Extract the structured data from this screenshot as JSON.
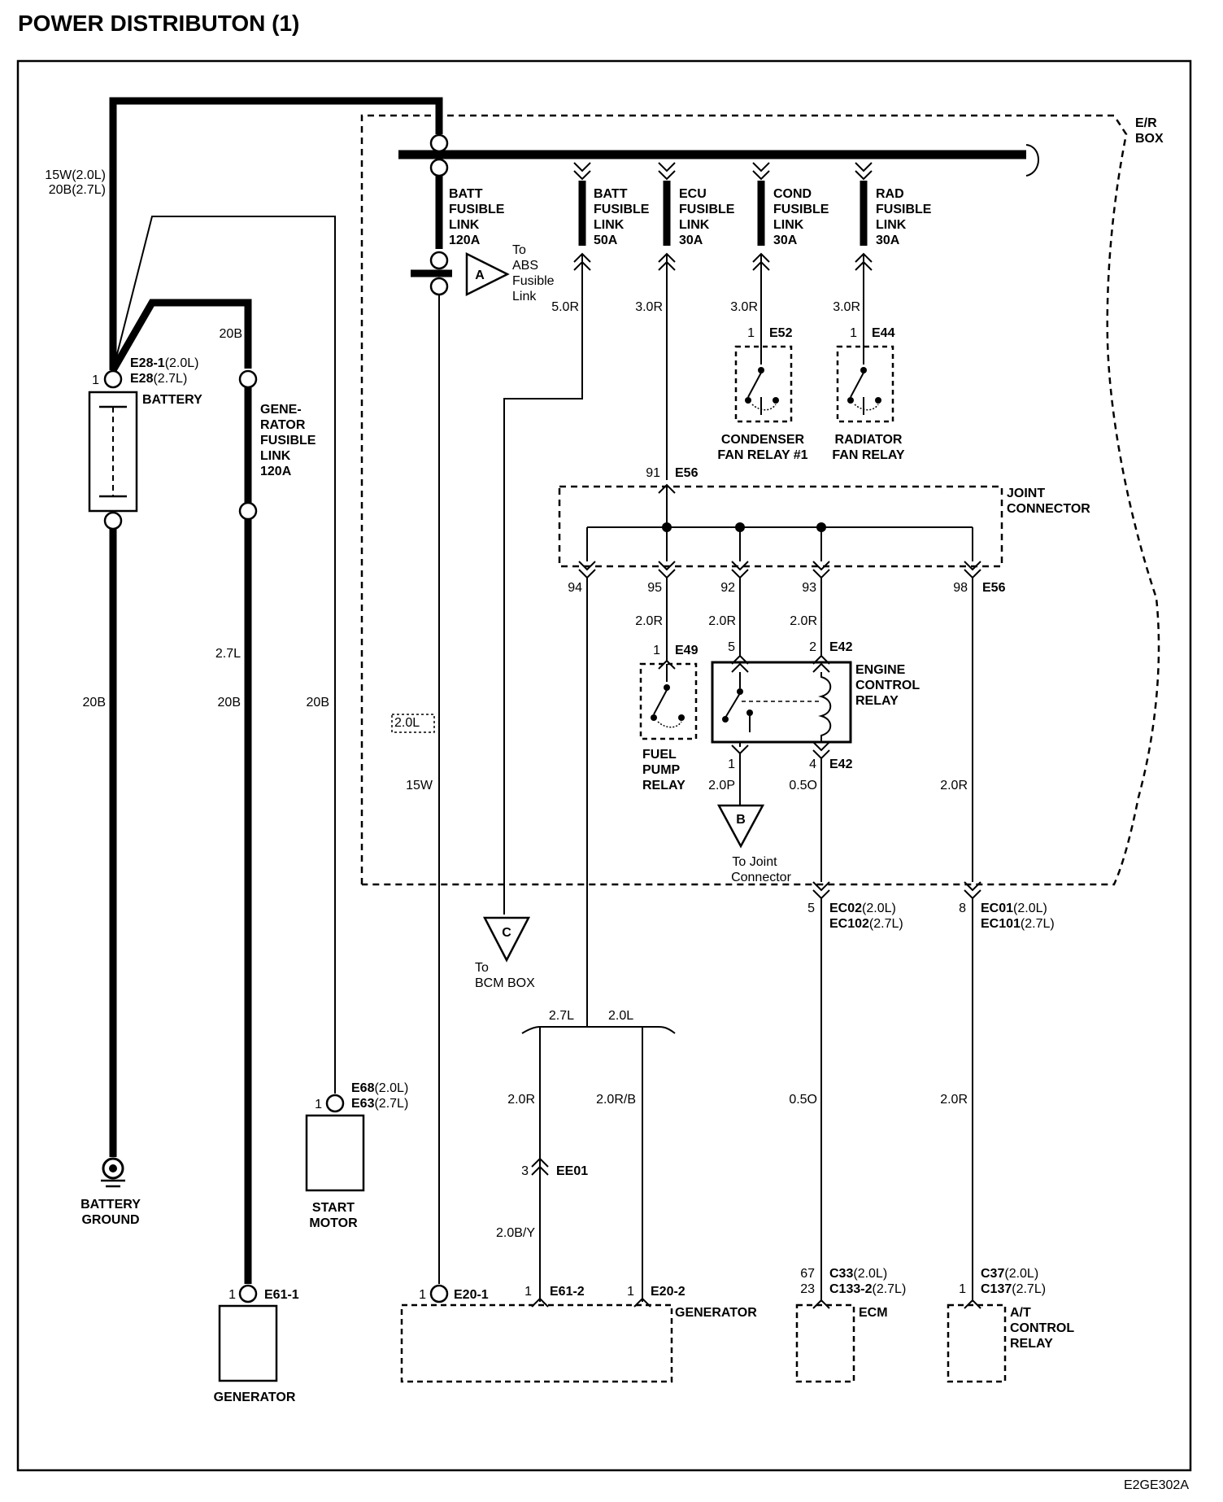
{
  "title": "POWER DISTRIBUTON (1)",
  "footer_code": "E2GE302A",
  "er_box": "E/R BOX",
  "wires": {
    "battery_to_bus_a": "15W(2.0L)",
    "battery_to_bus_b": "20B(2.7L)",
    "gen_top": "20B",
    "gen_mid": "2.7L",
    "battery_ground": "20B",
    "generator_wire": "20B",
    "start_motor_wire": "20B",
    "opt_2_0l": "2.0L",
    "e20_wire": "15W",
    "abs": "5.0R",
    "ecu": "3.0R",
    "cond": "3.0R",
    "rad": "3.0R",
    "fuel_pump": "2.0R",
    "ecr_5": "2.0R",
    "ecr_2": "2.0R",
    "ecr_1": "2.0P",
    "ecr_4": "0.5O",
    "ac_e56": "2.0R",
    "split_27": "2.7L",
    "split_20": "2.0L",
    "gen_left": "2.0R",
    "gen_right": "2.0R/B",
    "ee01_below": "2.0B/Y",
    "ecm_wire": "0.5O",
    "ac_wire": "2.0R"
  },
  "fuses": {
    "batt120": [
      "BATT",
      "FUSIBLE",
      "LINK",
      "120A"
    ],
    "batt50": [
      "BATT",
      "FUSIBLE",
      "LINK",
      "50A"
    ],
    "ecu30": [
      "ECU",
      "FUSIBLE",
      "LINK",
      "30A"
    ],
    "cond30": [
      "COND",
      "FUSIBLE",
      "LINK",
      "30A"
    ],
    "rad30": [
      "RAD",
      "FUSIBLE",
      "LINK",
      "30A"
    ],
    "gen120": [
      "GENE-",
      "RATOR",
      "FUSIBLE",
      "LINK",
      "120A"
    ]
  },
  "connectors": {
    "battery": {
      "pin": "1",
      "name_a": "E28-1",
      "var_a": "(2.0L)",
      "name_b": "E28",
      "var_b": "(2.7L)"
    },
    "e52": {
      "pin": "1",
      "name": "E52"
    },
    "e44": {
      "pin": "1",
      "name": "E44"
    },
    "e56_top": {
      "pin": "91",
      "name": "E56"
    },
    "e56_pins": [
      "94",
      "95",
      "92",
      "93",
      "98"
    ],
    "e56_bottom": "E56",
    "e49": {
      "pin": "1",
      "name": "E49"
    },
    "e42_top": {
      "pin_a": "5",
      "pin_b": "2",
      "name": "E42"
    },
    "e42_bottom": {
      "pin_a": "1",
      "pin_b": "4",
      "name": "E42"
    },
    "ec02": {
      "pin": "5",
      "name_a": "EC02",
      "var_a": "(2.0L)",
      "name_b": "EC102",
      "var_b": "(2.7L)"
    },
    "ec01": {
      "pin": "8",
      "name_a": "EC01",
      "var_a": "(2.0L)",
      "name_b": "EC101",
      "var_b": "(2.7L)"
    },
    "ee01": {
      "pin": "3",
      "name": "EE01"
    },
    "e68": {
      "pin": "1",
      "name_a": "E68",
      "var_a": "(2.0L)",
      "name_b": "E63",
      "var_b": "(2.7L)"
    },
    "e61_1": {
      "pin": "1",
      "name": "E61-1"
    },
    "e20_1": {
      "pin": "1",
      "name": "E20-1"
    },
    "e61_2": {
      "pin": "1",
      "name": "E61-2"
    },
    "e20_2": {
      "pin": "1",
      "name": "E20-2"
    },
    "ecm": {
      "pin_a": "67",
      "pin_b": "23",
      "name_a": "C33",
      "var_a": "(2.0L)",
      "name_b": "C133-2",
      "var_b": "(2.7L)"
    },
    "c37": {
      "pin": "1",
      "name_a": "C37",
      "var_a": "(2.0L)",
      "name_b": "C137",
      "var_b": "(2.7L)"
    }
  },
  "components": {
    "battery": "BATTERY",
    "battery_ground": [
      "BATTERY",
      "GROUND"
    ],
    "generator_left": "GENERATOR",
    "start_motor": [
      "START",
      "MOTOR"
    ],
    "condenser_relay": [
      "CONDENSER",
      "FAN RELAY #1"
    ],
    "radiator_relay": [
      "RADIATOR",
      "FAN RELAY"
    ],
    "joint_connector": [
      "JOINT",
      "CONNECTOR"
    ],
    "fuel_pump_relay": [
      "FUEL",
      "PUMP",
      "RELAY"
    ],
    "engine_control_relay": [
      "ENGINE",
      "CONTROL",
      "RELAY"
    ],
    "generator_right": "GENERATOR",
    "ecm": "ECM",
    "ac_relay": [
      "A/T",
      "CONTROL",
      "RELAY"
    ]
  },
  "refs": {
    "a": {
      "letter": "A",
      "text": [
        "To",
        "ABS",
        "Fusible",
        "Link"
      ]
    },
    "b": {
      "letter": "B",
      "text": [
        "To Joint",
        "Connector"
      ]
    },
    "c": {
      "letter": "C",
      "text": [
        "To",
        "BCM BOX"
      ]
    }
  }
}
